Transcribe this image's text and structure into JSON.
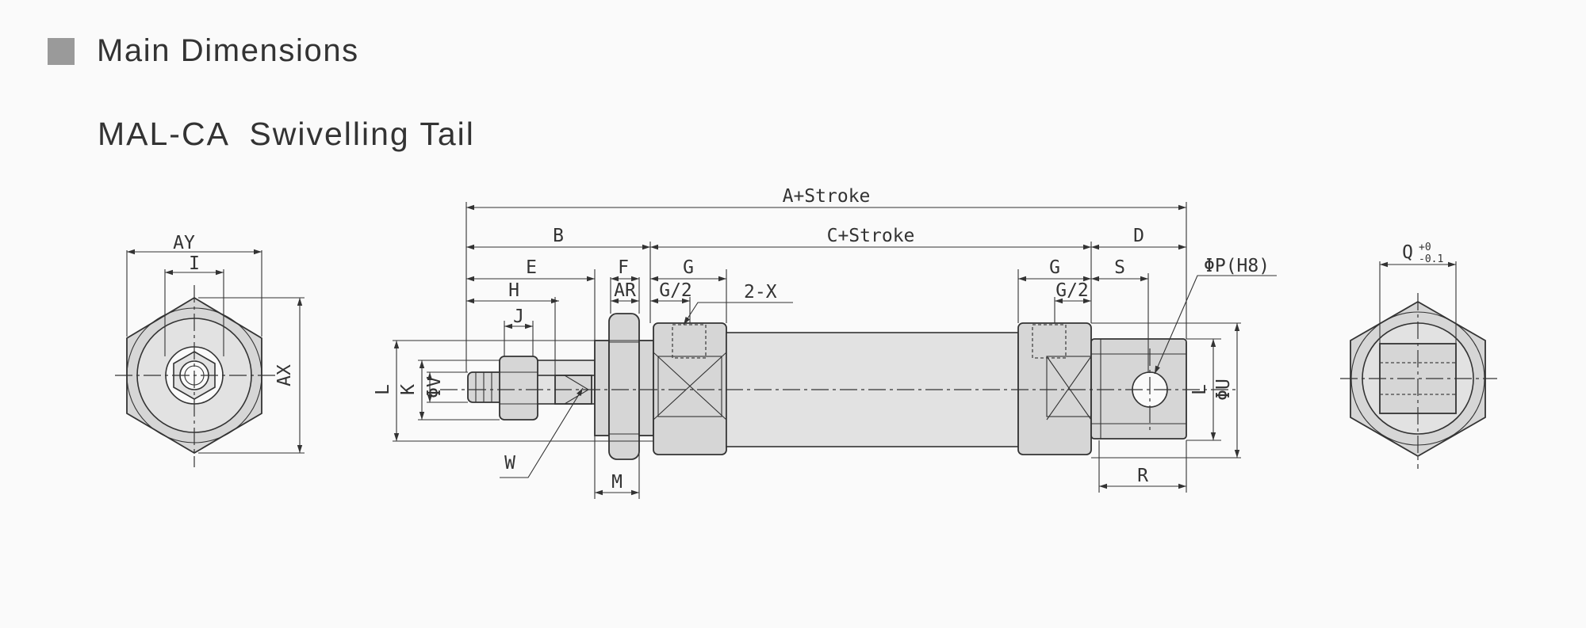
{
  "header": {
    "title": "Main Dimensions"
  },
  "subtitle": "MAL-CA  Swivelling Tail",
  "dimension_labels": {
    "a_stroke": "A+Stroke",
    "c_stroke": "C+Stroke",
    "b": "B",
    "d": "D",
    "e": "E",
    "f": "F",
    "g_left": "G",
    "g_right": "G",
    "h": "H",
    "ar": "AR",
    "g2_left": "G/2",
    "g2_right": "G/2",
    "x_count": "2-X",
    "s": "S",
    "p": "ΦP(H8)",
    "j": "J",
    "l_left": "L",
    "k": "K",
    "v": "ΦV",
    "w": "W",
    "m": "M",
    "l_right": "L",
    "u": "ΦU",
    "r": "R",
    "ay": "AY",
    "i": "I",
    "ax": "AX",
    "q": "Q",
    "q_tol_upper": "+0",
    "q_tol_lower": "-0.1"
  },
  "colors": {
    "line": "#333333",
    "fill": "#d6d6d6",
    "background": "#fafafa",
    "marker": "#9a9a9a"
  }
}
